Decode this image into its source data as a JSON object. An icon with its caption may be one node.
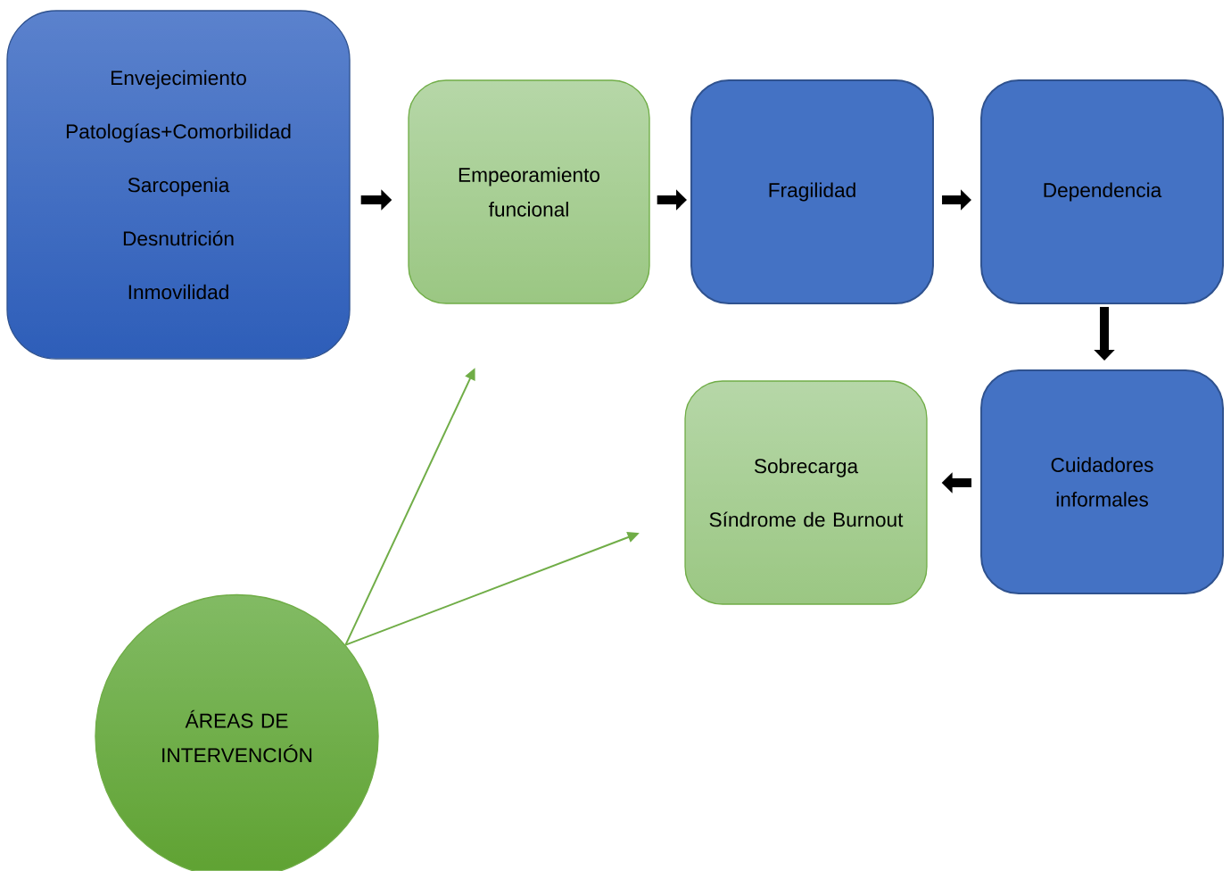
{
  "diagram": {
    "nodes": [
      {
        "text": [
          "Envejecimiento",
          "Patologías+Comorbilidad",
          "Sarcopenia",
          "Desnutrición",
          "Inmovilidad"
        ]
      },
      {
        "text": [
          "Empeoramiento funcional"
        ]
      },
      {
        "text": [
          "Fragilidad"
        ]
      },
      {
        "text": [
          "Dependencia"
        ]
      },
      {
        "text": [
          "Cuidadores informales"
        ]
      },
      {
        "text": [
          "Sobrecarga",
          "Síndrome de Burnout"
        ]
      },
      {
        "text": [
          "ÁREAS DE INTERVENCIÓN"
        ]
      }
    ],
    "edges": [
      {
        "from": 0,
        "to": 1,
        "arrow": "to"
      },
      {
        "from": 1,
        "to": 2,
        "arrow": "to"
      },
      {
        "from": 2,
        "to": 3,
        "arrow": "to"
      },
      {
        "from": 3,
        "to": 4,
        "arrow": "to"
      },
      {
        "from": 4,
        "to": 5,
        "arrow": "to"
      },
      {
        "from": 6,
        "to": 1,
        "arrow": "to",
        "color": "#70ad47"
      },
      {
        "from": 6,
        "to": 5,
        "arrow": "to",
        "color": "#70ad47"
      }
    ]
  }
}
